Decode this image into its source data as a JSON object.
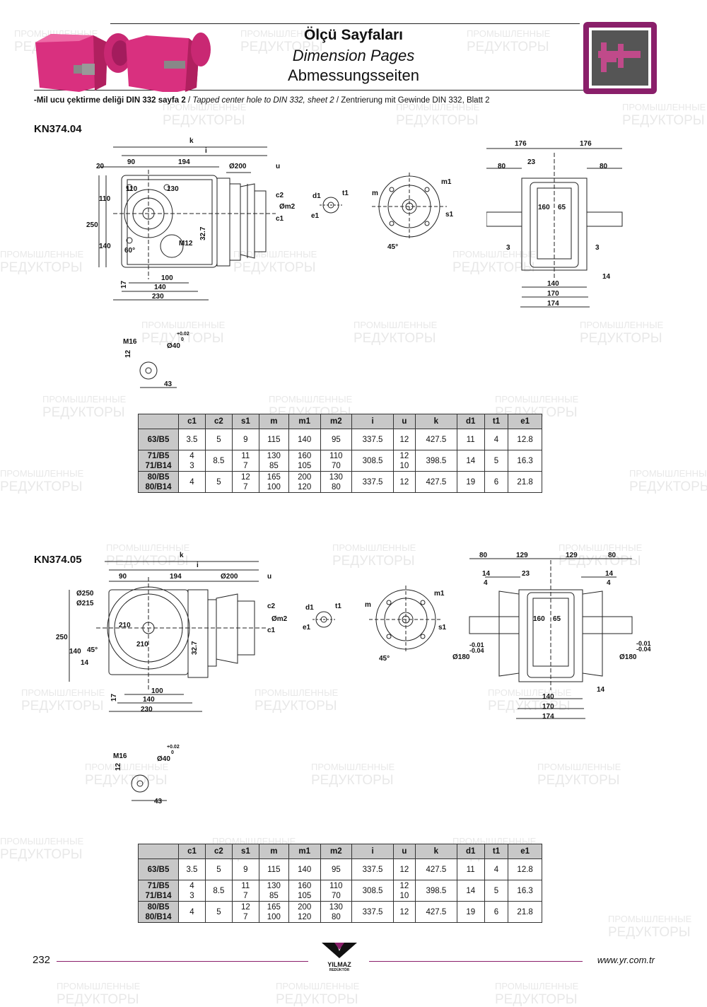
{
  "header": {
    "title_tr": "Ölçü Sayfaları",
    "title_en": "Dimension Pages",
    "title_de": "Abmessungsseiten",
    "note_tr": "-Mil ucu çektirme deliği DIN 332 sayfa 2",
    "note_sep": " / ",
    "note_en": "Tapped center hole to DIN 332, sheet 2",
    "note_de": "Zentrierung mit Gewinde DIN 332, Blatt 2"
  },
  "icons": {
    "header_icon": "caliper-icon",
    "product_photo": "gearmotor-photo",
    "logo": "yilmaz-logo"
  },
  "colors": {
    "accent": "#8a1f6a",
    "product": "#d9307f",
    "table_header": "#c8c8c8"
  },
  "section1": {
    "model": "KN374.04",
    "labels": {
      "k": "k",
      "i": "i",
      "d20": "20",
      "d90": "90",
      "d194": "194",
      "o200": "Ø200",
      "u": "u",
      "d110a": "110",
      "d130": "130",
      "d110b": "110",
      "d250": "250",
      "d140v": "140",
      "a60": "60°",
      "m12": "M12",
      "d327": "32.7",
      "c2": "c2",
      "om2": "Øm2",
      "c1": "c1",
      "d100": "100",
      "d140": "140",
      "d230": "230",
      "d17": "17",
      "d1": "d1",
      "t1": "t1",
      "e1": "e1",
      "m": "m",
      "m1": "m1",
      "s1": "s1",
      "a45": "45°",
      "s176a": "176",
      "s176b": "176",
      "s80a": "80",
      "s23": "23",
      "s80b": "80",
      "s160": "160",
      "s65": "65",
      "s3a": "3",
      "s3b": "3",
      "s14": "14",
      "s140": "140",
      "s170": "170",
      "s174": "174",
      "m16": "M16",
      "o40": "Ø40",
      "tol_up": "+0.02",
      "tol_lo": "0",
      "d12": "12",
      "d43": "43"
    }
  },
  "section2": {
    "model": "KN374.05",
    "labels": {
      "k": "k",
      "i": "i",
      "d90": "90",
      "d194": "194",
      "o200": "Ø200",
      "u": "u",
      "o250": "Ø250",
      "o215": "Ø215",
      "d210a": "210",
      "d210b": "210",
      "d250": "250",
      "d140v": "140",
      "a45b": "45°",
      "d14b": "14",
      "d327": "32.7",
      "c2": "c2",
      "om2": "Øm2",
      "c1": "c1",
      "d100": "100",
      "d140": "140",
      "d230": "230",
      "d17": "17",
      "d1": "d1",
      "t1": "t1",
      "e1": "e1",
      "m": "m",
      "m1": "m1",
      "s1": "s1",
      "a45": "45°",
      "s80a": "80",
      "s129a": "129",
      "s129b": "129",
      "s80b": "80",
      "s14a": "14",
      "s4a": "4",
      "s23": "23",
      "s14b": "14",
      "s4b": "4",
      "s160": "160",
      "s65": "65",
      "tol1a": "-0.01",
      "tol1b": "-0.04",
      "o180a": "Ø180",
      "tol2a": "-0.01",
      "tol2b": "-0.04",
      "o180b": "Ø180",
      "s14c": "14",
      "s140": "140",
      "s170": "170",
      "s174": "174",
      "m16": "M16",
      "o40": "Ø40",
      "tol_up": "+0.02",
      "tol_lo": "0",
      "d12": "12",
      "d43": "43"
    }
  },
  "table": {
    "headers": [
      "c1",
      "c2",
      "s1",
      "m",
      "m1",
      "m2",
      "i",
      "u",
      "k",
      "d1",
      "t1",
      "e1"
    ],
    "rows": [
      {
        "label": "63/B5",
        "c1": "3.5",
        "c2": "5",
        "s1": "9",
        "m": "115",
        "m1": "140",
        "m2": "95",
        "i": "337.5",
        "u": "12",
        "k": "427.5",
        "d1": "11",
        "t1": "4",
        "e1": "12.8"
      },
      {
        "label1": "71/B5",
        "label2": "71/B14",
        "c1a": "4",
        "c1b": "3",
        "c2": "8.5",
        "s1a": "11",
        "s1b": "7",
        "ma": "130",
        "mb": "85",
        "m1a": "160",
        "m1b": "105",
        "m2a": "110",
        "m2b": "70",
        "i": "308.5",
        "ua": "12",
        "ub": "10",
        "k": "398.5",
        "d1": "14",
        "t1": "5",
        "e1": "16.3"
      },
      {
        "label1": "80/B5",
        "label2": "80/B14",
        "c1": "4",
        "c2": "5",
        "s1a": "12",
        "s1b": "7",
        "ma": "165",
        "mb": "100",
        "m1a": "200",
        "m1b": "120",
        "m2a": "130",
        "m2b": "80",
        "i": "337.5",
        "u": "12",
        "k": "427.5",
        "d1": "19",
        "t1": "6",
        "e1": "21.8"
      }
    ]
  },
  "watermark": {
    "line1": "ПРОМЫШЛЕННЫЕ",
    "line2": "РЕДУКТОРЫ"
  },
  "footer": {
    "page": "232",
    "url": "www.yr.com.tr",
    "logo_name": "YILMAZ",
    "logo_sub": "REDÜKTÖR"
  }
}
